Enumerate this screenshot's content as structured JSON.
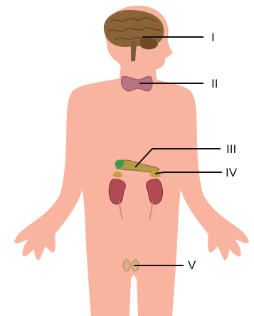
{
  "labels": {
    "brain": "I",
    "thyroid": "II",
    "pancreas": "III",
    "adrenal": "IV",
    "testes": "V"
  },
  "colors": {
    "skin": "#f9b49f",
    "brain": "#8a6438",
    "thyroid": "#b87383",
    "pancreas": "#b89a45",
    "kidney": "#b24a57",
    "testes": "#d6b08a",
    "leader": "#111111"
  }
}
